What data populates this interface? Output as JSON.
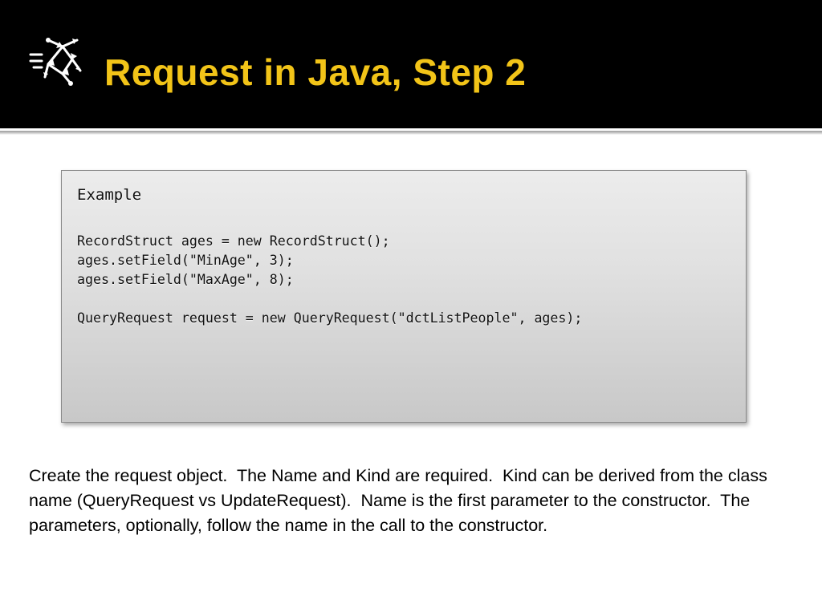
{
  "slide": {
    "title": "Request in Java, Step 2",
    "title_color": "#f2c418",
    "header_background": "#000000",
    "logo_icon": "network-arrows-icon"
  },
  "code_box": {
    "heading": "Example",
    "lines": [
      "RecordStruct ages = new RecordStruct();",
      "ages.setField(\"MinAge\", 3);",
      "ages.setField(\"MaxAge\", 8);",
      "",
      "QueryRequest request = new QueryRequest(\"dctListPeople\", ages);"
    ]
  },
  "description": "Create the request object.  The Name and Kind are required.  Kind can be derived from the class name (QueryRequest vs UpdateRequest).  Name is the first parameter to the constructor.  The parameters, optionally, follow the name in the call to the constructor."
}
